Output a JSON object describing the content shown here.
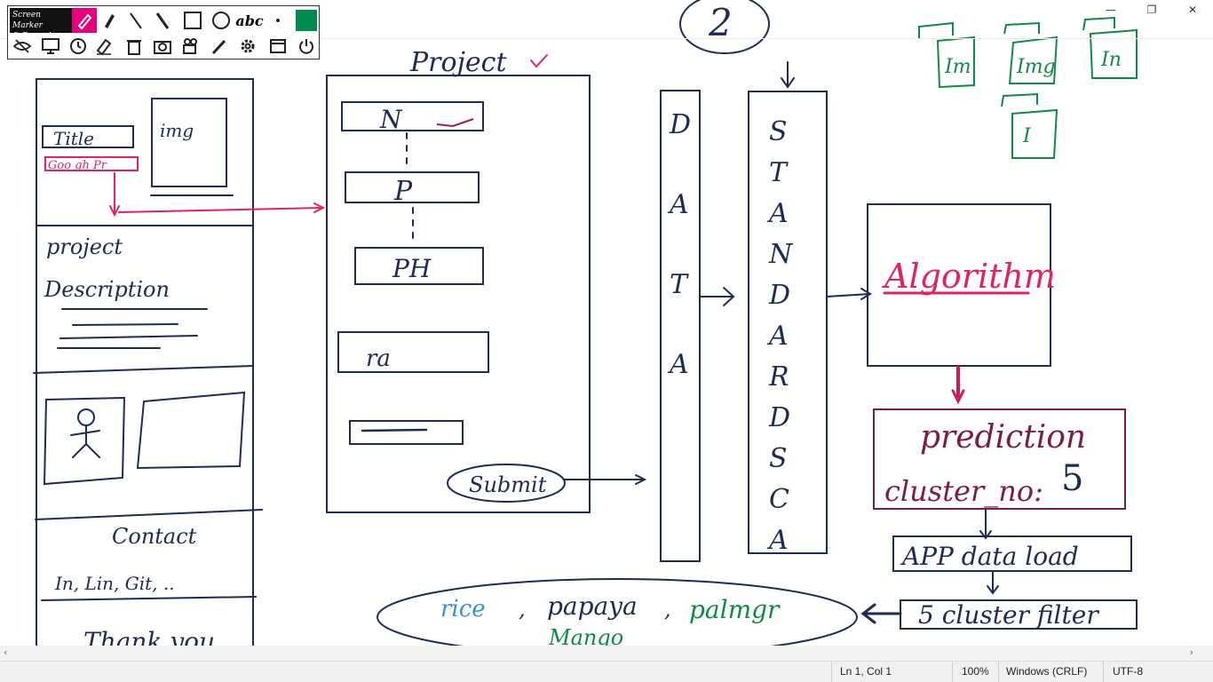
{
  "toolbar": {
    "logo_line1": "Screen Marker",
    "logo_line2": "& Recorder",
    "row1": [
      "pen-icon",
      "marker-icon",
      "line-icon",
      "arrow-icon",
      "rectangle-icon",
      "circle-icon",
      "text-icon",
      "dot-icon",
      "color-swatch"
    ],
    "row2": [
      "hide-icon",
      "screen-icon",
      "history-icon",
      "eraser-icon",
      "trash-icon",
      "camera-icon",
      "video-icon",
      "laser-icon",
      "settings-icon",
      "window-icon",
      "power-icon"
    ],
    "text_tool_label": "abc",
    "active_color": "#008a4e"
  },
  "window": {
    "minimize": "—",
    "restore": "❐",
    "close": "✕"
  },
  "sketch": {
    "page_number": "2",
    "left_page": {
      "title": "Title",
      "img": "img",
      "link": "Goo gh Pr",
      "project": "project",
      "description": "Description",
      "contact": "Contact",
      "links": "In, Lin, Git, ..",
      "thanks": "Thank you"
    },
    "form": {
      "heading": "Project",
      "field1": "N",
      "field2": "P",
      "field3": "PH",
      "field4": "ra",
      "submit": "Submit"
    },
    "data_letters": [
      "D",
      "A",
      "T",
      "A"
    ],
    "standard_letters": [
      "S",
      "T",
      "A",
      "N",
      "D",
      "A",
      "R",
      "D",
      "S",
      "C",
      "A"
    ],
    "algorithm": "Algorithm",
    "prediction": "prediction",
    "cluster": "cluster_no:",
    "cluster_value": "5",
    "app_load": "APP data load",
    "cluster_filter": "5 cluster filter",
    "fruits_line1": [
      "rice",
      "papaya",
      "palmgr"
    ],
    "fruits_line2": "Mango",
    "files": [
      "Im",
      "Img",
      "In",
      "I"
    ]
  },
  "status": {
    "position": "Ln 1, Col 1",
    "zoom": "100%",
    "line_ending": "Windows (CRLF)",
    "encoding": "UTF-8"
  },
  "colors": {
    "ink": "#1f2a55",
    "pink": "#e0245e",
    "maroon": "#7b1c4a",
    "green": "#0f8a45",
    "blue": "#3a8fd6"
  }
}
